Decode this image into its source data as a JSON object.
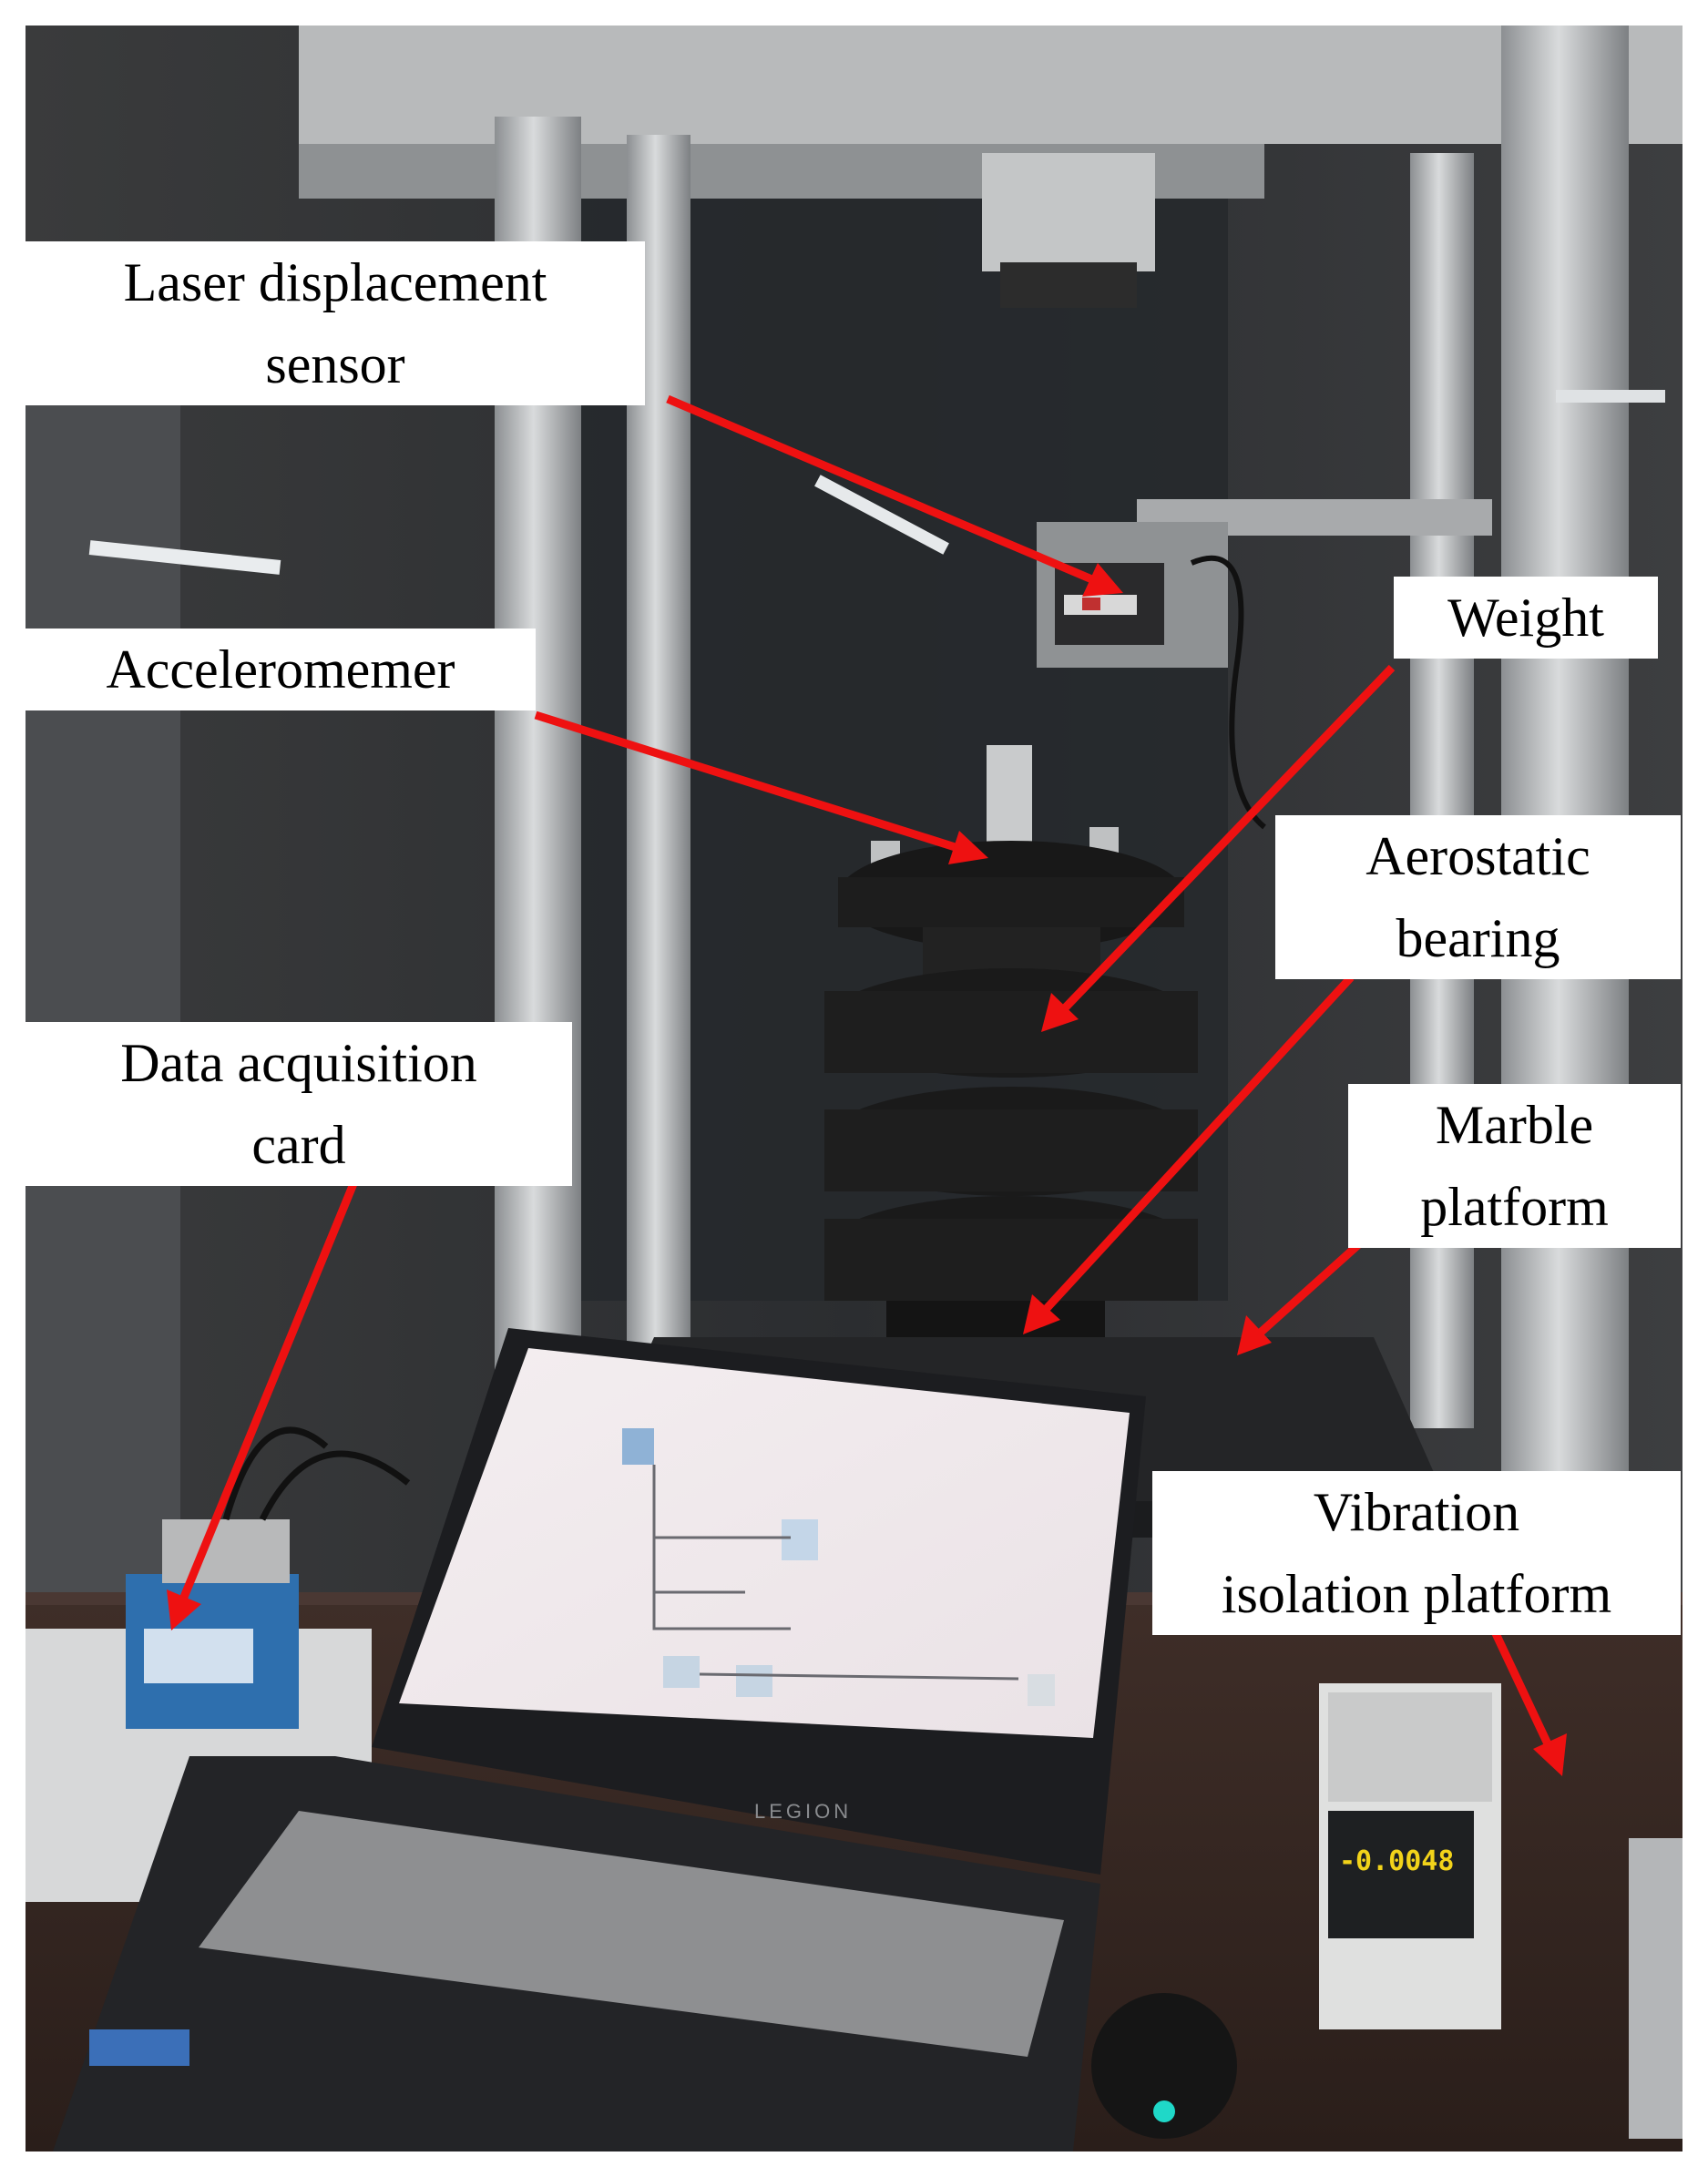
{
  "labels": {
    "laser_sensor": [
      "Laser displacement",
      "sensor"
    ],
    "accelerometer": [
      "Acceleromemer"
    ],
    "weight": [
      "Weight"
    ],
    "aerostatic_bearing": [
      "Aerostatic",
      "bearing"
    ],
    "data_card": [
      "Data acquisition",
      "card"
    ],
    "marble_platform": [
      "Marble",
      "platform"
    ],
    "vibration_platform": [
      "Vibration",
      "isolation platform"
    ]
  },
  "screens": {
    "meter_readout": "-0.0048",
    "laptop_brand": "LEGION"
  },
  "colors": {
    "arrow": "#ee1111",
    "label_bg": "#ffffff",
    "meter_digits": "#f2d31a"
  }
}
